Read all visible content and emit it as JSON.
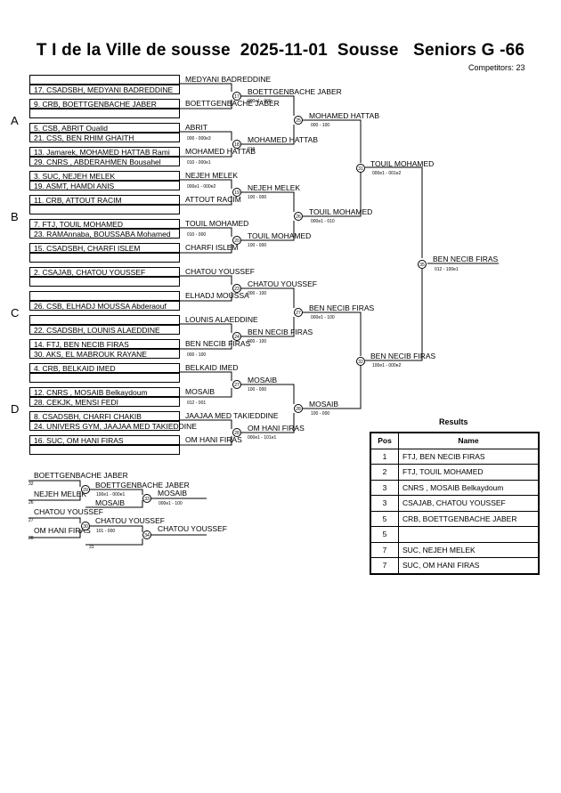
{
  "header": {
    "title": "T I de la Ville de sousse  2025-11-01  Sousse   Seniors G -66",
    "competitors": "Competitors: 23"
  },
  "pools": [
    "A",
    "B",
    "C",
    "D"
  ],
  "entries": [
    "17. CSADSBH, MEDYANI BADREDDINE",
    "9. CRB, BOETTGENBACHE JABER",
    "5. CSB, ABRIT Oualid",
    "21. CSS, BEN RHIM GHAITH",
    "13. Jamarek, MOHAMED HATTAB Rami",
    "29. CNRS , ABDERAHMEN Bousahel",
    "3. SUC, NEJEH MELEK",
    "19. ASMT, HAMDI ANIS",
    "11. CRB, ATTOUT RACIM",
    "7. FTJ, TOUIL MOHAMED",
    "23. RAMAnnaba, BOUSSABA Mohamed",
    "15. CSADSBH, CHARFI ISLEM",
    "2. CSAJAB, CHATOU YOUSSEF",
    "26. CSB, ELHADJ MOUSSA Abderaouf",
    "22. CSADSBH, LOUNIS ALAEDDINE",
    "14. FTJ, BEN NECIB FIRAS",
    "30. AKS, EL MABROUK RAYANE",
    "4. CRB, BELKAID IMED",
    "12. CNRS , MOSAIB Belkaydoum",
    "28. CEKJK, MENSI FEDI",
    "8. CSADSBH, CHARFI CHAKIB",
    "24. UNIVERS GYM, JAAJAA MED TAKIEDDINE",
    "16. SUC, OM HANI FIRAS"
  ],
  "round1": [
    "MEDYANI BADREDDINE",
    "BOETTGENBACHE JABER",
    "ABRIT",
    "MOHAMED HATTAB",
    "NEJEH MELEK",
    "ATTOUT RACIM",
    "TOUIL MOHAMED",
    "CHARFI ISLEM",
    "CHATOU YOUSSEF",
    "ELHADJ MOUSSA",
    "LOUNIS ALAEDDINE",
    "BEN NECIB FIRAS",
    "BELKAID IMED",
    "MOSAIB",
    "JAAJAA MED TAKIEDDINE",
    "OM HANI FIRAS"
  ],
  "round2": [
    "BOETTGENBACHE JABER",
    "MOHAMED HATTAB",
    "NEJEH MELEK",
    "TOUIL MOHAMED",
    "CHATOU YOUSSEF",
    "BEN NECIB FIRAS",
    "MOSAIB",
    "OM HANI FIRAS"
  ],
  "round3": [
    "MOHAMED HATTAB",
    "TOUIL MOHAMED",
    "BEN NECIB FIRAS",
    "MOSAIB"
  ],
  "round4": [
    "TOUIL MOHAMED",
    "BEN NECIB FIRAS"
  ],
  "final_winner": "BEN NECIB FIRAS",
  "nodes": [
    "17",
    "18",
    "19",
    "20",
    "23",
    "24",
    "25",
    "26",
    "27",
    "28",
    "31",
    "32",
    "35"
  ],
  "scores": {
    "s17": "000e1 - 000",
    "s18": "000 - 000e3",
    "s18b": "010",
    "s18c": "010 - 000e1",
    "s19": "000e1 - 000e2",
    "s20": "100 - 000",
    "s20b": "100 - 000",
    "s23": "010 - 000",
    "s24": "000 - 100",
    "s25": "000 - 100",
    "s26": "000e1 - 010",
    "s27": "000e1 - 100",
    "s27b": "000 - 100",
    "s28": "100e1 - 000e2",
    "s28b": "100 - 000",
    "s31": "000e1 - 001e2",
    "s31b": "012 - 001",
    "s32": "100 - 000",
    "s35": "012 - 100e1",
    "s36": "000e1 - 101e1"
  },
  "repechage": {
    "names": [
      "BOETTGENBACHE JABER",
      "NEJEH MELEK",
      "BOETTGENBACHE JABER",
      "MOSAIB",
      "MOSAIB",
      "CHATOU YOUSSEF",
      "OM HANI FIRAS",
      "CHATOU YOUSSEF",
      "CHATOU YOUSSEF"
    ],
    "nodes": [
      "29",
      "33",
      "30",
      "34"
    ],
    "seeds": [
      "32",
      "26",
      "27",
      "28",
      "31"
    ],
    "scores": [
      "100e1 - 000e1",
      "000e1 - 100",
      "101 - 000"
    ]
  },
  "results": {
    "title": "Results",
    "headers": [
      "Pos",
      "Name"
    ],
    "rows": [
      {
        "pos": "1",
        "name": "FTJ, BEN NECIB FIRAS"
      },
      {
        "pos": "2",
        "name": "FTJ, TOUIL MOHAMED"
      },
      {
        "pos": "3",
        "name": "CNRS , MOSAIB Belkaydoum"
      },
      {
        "pos": "3",
        "name": "CSAJAB, CHATOU YOUSSEF"
      },
      {
        "pos": "5",
        "name": "CRB, BOETTGENBACHE JABER"
      },
      {
        "pos": "5",
        "name": ""
      },
      {
        "pos": "7",
        "name": "SUC, NEJEH MELEK"
      },
      {
        "pos": "7",
        "name": "SUC, OM HANI FIRAS"
      }
    ]
  }
}
